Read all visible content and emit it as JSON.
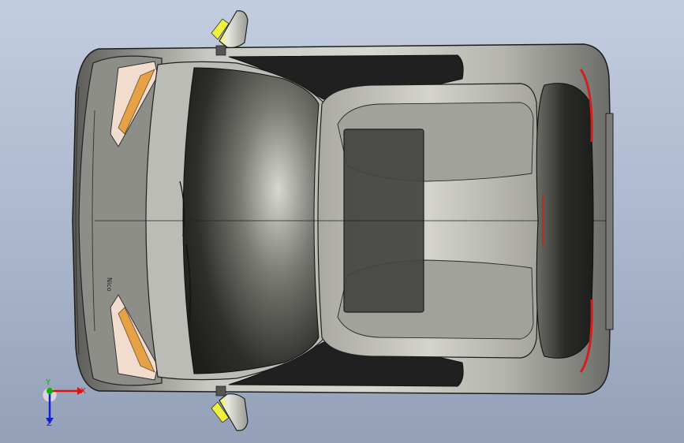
{
  "viewport": {
    "background_top": "#c3cde0",
    "background_bottom": "#93a0b8"
  },
  "model": {
    "body_color": "#b9b9b4",
    "glass_color": "#3d3d3a",
    "accent_red": "#d21e1e",
    "accent_amber": "#e8a046",
    "mirror_yellow": "#f0f040",
    "badge_text": "Nico"
  },
  "triad": {
    "x_label": "X",
    "y_label": "Y",
    "z_label": "Z",
    "x_color": "#e01010",
    "y_color": "#10b010",
    "z_color": "#1020d0"
  }
}
